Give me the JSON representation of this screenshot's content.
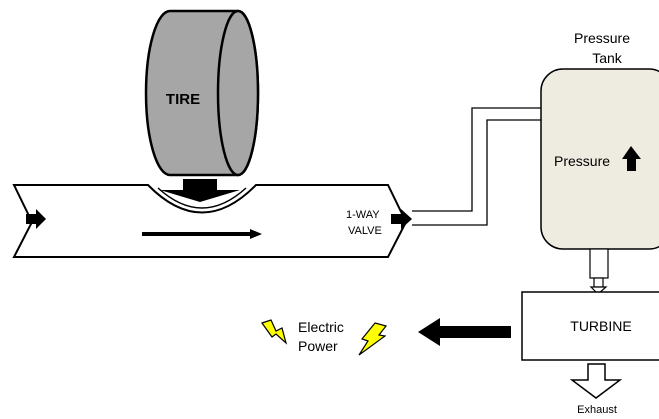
{
  "tire": {
    "label": "TIRE"
  },
  "valve": {
    "line1": "1-WAY",
    "line2": "VALVE"
  },
  "tank": {
    "title_line1": "Pressure",
    "title_line2": "Tank",
    "inner_label": "Pressure"
  },
  "turbine": {
    "label": "TURBINE"
  },
  "power": {
    "line1": "Electric",
    "line2": "Power"
  },
  "exhaust": {
    "label": "Exhaust"
  },
  "colors": {
    "tire_fill": "#a6a6a6",
    "tank_fill": "#eeece1",
    "bolt_fill": "#ffff00",
    "arrow_fill": "#000000",
    "stroke": "#000000"
  },
  "icons": [
    "tire-shape",
    "press-down-arrow",
    "flow-arrow",
    "pressure-up-arrow",
    "lightning-bolt-icon",
    "exhaust-arrow"
  ]
}
